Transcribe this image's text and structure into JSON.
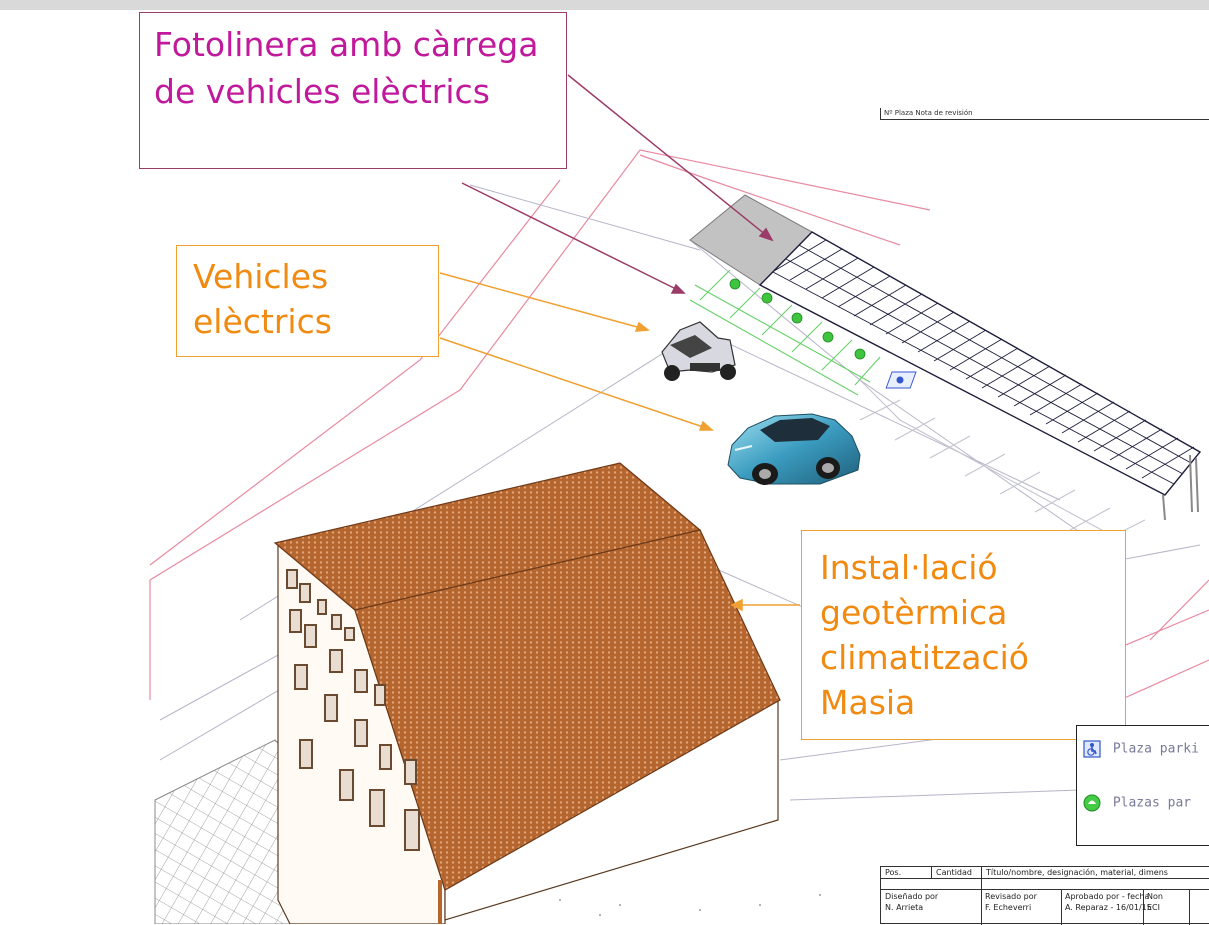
{
  "callouts": {
    "fotolinera": {
      "line1": "Fotolinera amb càrrega",
      "line2": "de vehicles elèctrics"
    },
    "vehicles": {
      "line1": "Vehicles",
      "line2": "elèctrics"
    },
    "geotermica": {
      "line1": "Instal·lació",
      "line2": "geotèrmica",
      "line3": "climatització",
      "line4": "Masia"
    }
  },
  "legend": {
    "disabled_parking": "Plaza parki",
    "ev_parking": "Plazas par"
  },
  "title_block": {
    "col_pos": "Pos.",
    "col_qty": "Cantidad",
    "col_title": "Título/nombre, designación, material, dimens",
    "designed_label": "Diseñado por",
    "designed_name": "N. Arrieta",
    "checked_label": "Revisado por",
    "checked_name": "F. Echeverri",
    "approved_label": "Aprobado por - fecha",
    "approved_value": "A. Reparaz - 16/01/15",
    "extra_label": "Non",
    "extra_value": "ECI"
  },
  "header_strip": "Nº Plaza   Nota de revisión",
  "colors": {
    "magenta_text": "#c0199b",
    "orange_text": "#f08a10",
    "magenta_border": "#9b3b67",
    "orange_border": "#f0a030",
    "roof": "#b5652e",
    "ev_green": "#44cc44",
    "car_blue": "#4aa8c8"
  }
}
